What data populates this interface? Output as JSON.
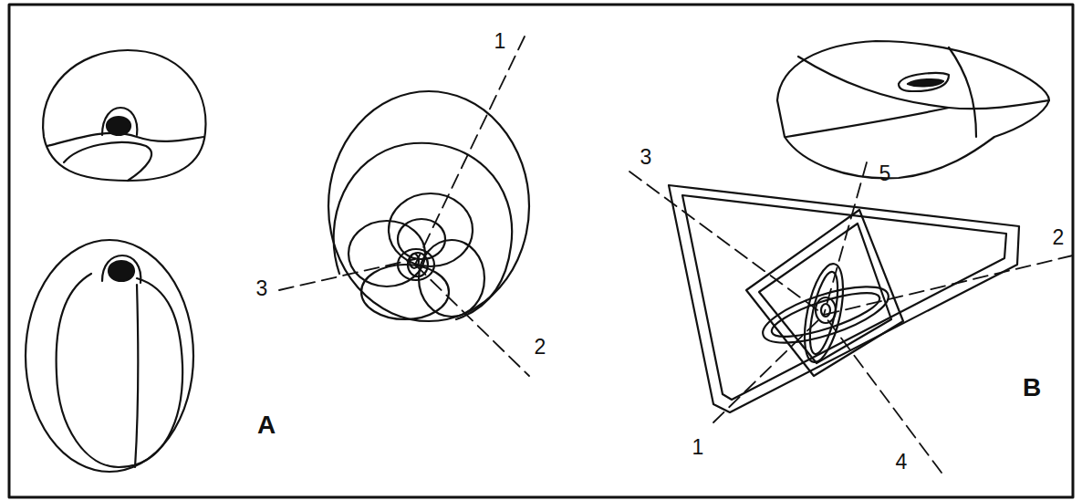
{
  "diagram": {
    "labels": [
      "1",
      "3",
      "2",
      "A",
      "3",
      "5",
      "2",
      "1",
      "4",
      "B"
    ]
  }
}
